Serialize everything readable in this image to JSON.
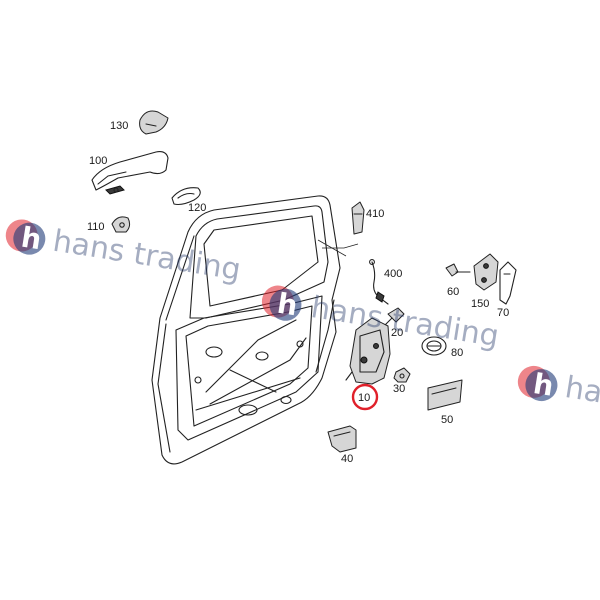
{
  "callouts": {
    "p130": "130",
    "p100": "100",
    "p120": "120",
    "p110": "110",
    "p410": "410",
    "p400": "400",
    "p60": "60",
    "p150": "150",
    "p70": "70",
    "p20": "20",
    "p80": "80",
    "p10": "10",
    "p30": "30",
    "p50": "50",
    "p40": "40"
  },
  "highlight": {
    "part": "10",
    "ring_color": "#e0202a"
  },
  "watermark": {
    "text": "hans trading",
    "logo_letter": "h",
    "logo_blue": "#1f3a78",
    "logo_red": "#e0202a"
  }
}
